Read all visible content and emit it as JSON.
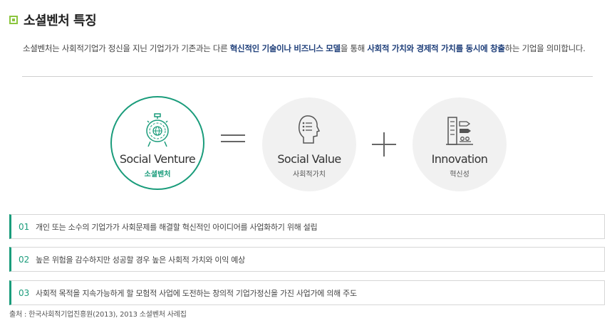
{
  "section": {
    "title": "소셜벤처 특징"
  },
  "intro": {
    "part1": "소셜벤처는 사회적기업가 정신을 지닌 기업가가 기존과는 다른 ",
    "highlight1": "혁신적인 기술이나 비즈니스 모델",
    "part2": "을 통해 ",
    "highlight2": "사회적 가치와 경제적 가치를 동시에 창출",
    "part3": "하는 기업을 의미합니다."
  },
  "formula": {
    "main": {
      "title": "Social Venture",
      "subtitle": "소셜벤처",
      "icon": "gear-globe-icon"
    },
    "equals_icon": "equals-icon",
    "value": {
      "title": "Social Value",
      "subtitle": "사회적가치",
      "icon": "head-list-icon"
    },
    "plus_icon": "plus-icon",
    "innovation": {
      "title": "Innovation",
      "subtitle": "혁신성",
      "icon": "building-arrows-icon"
    }
  },
  "features": [
    {
      "num": "01",
      "text": "개인 또는 소수의 기업가가 사회문제를 해결할 혁신적인 아이디어를 사업화하기 위해 설립"
    },
    {
      "num": "02",
      "text": "높은 위험을 감수하지만 성공할 경우 높은 사회적 가치와 이익 예상"
    },
    {
      "num": "03",
      "text": "사회적 목적을 지속가능하게 할 모험적 사업에 도전하는 창의적 기업가정신을 가진 사업가에 의해 주도"
    }
  ],
  "source": "출처 : 한국사회적기업진흥원(2013), 2013 소셜벤처 사례집",
  "colors": {
    "accent": "#1a9c7b",
    "highlight": "#1f3f7a",
    "heading_mark": "#8cc63f",
    "circle_bg": "#f1f1f1"
  }
}
